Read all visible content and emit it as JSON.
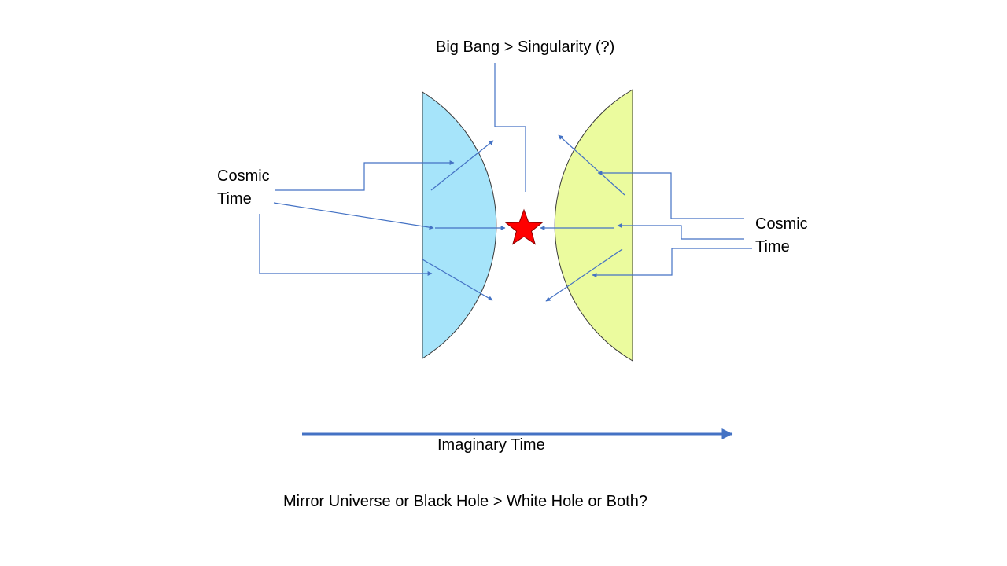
{
  "labels": {
    "big_bang": "Big Bang > Singularity (?)",
    "left_cosmic": "Cosmic",
    "left_time": "Time",
    "right_cosmic": "Cosmic",
    "right_time": "Time",
    "imaginary_time": "Imaginary Time",
    "question": "Mirror Universe or Black Hole > White Hole or Both?"
  },
  "colors": {
    "left_universe_fill": "#A6E4FA",
    "right_universe_fill": "#EBFB9E",
    "arrow_blue": "#4472C4",
    "shape_outline": "#3A3A3A",
    "star_fill": "#FF0000",
    "star_outline": "#8B0000"
  }
}
